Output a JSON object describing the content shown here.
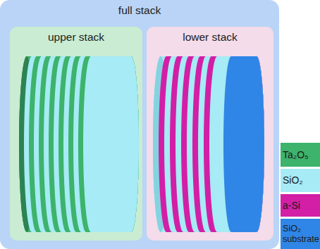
{
  "diagram": {
    "nodes": [
      {
        "text": [
          "full stack"
        ]
      },
      {
        "text": [
          "upper stack"
        ],
        "in": 0
      },
      {
        "text": [
          "lower stack"
        ],
        "in": 0
      }
    ],
    "legend": [
      {
        "text": "Ta₂O₅",
        "color": "#3db36b"
      },
      {
        "text": "SiO₂",
        "color": "#a6ebf5"
      },
      {
        "text": "a-Si",
        "color": "#d21fa6"
      },
      {
        "text": "SiO₂ substrate",
        "color": "#2f86e6"
      }
    ]
  }
}
